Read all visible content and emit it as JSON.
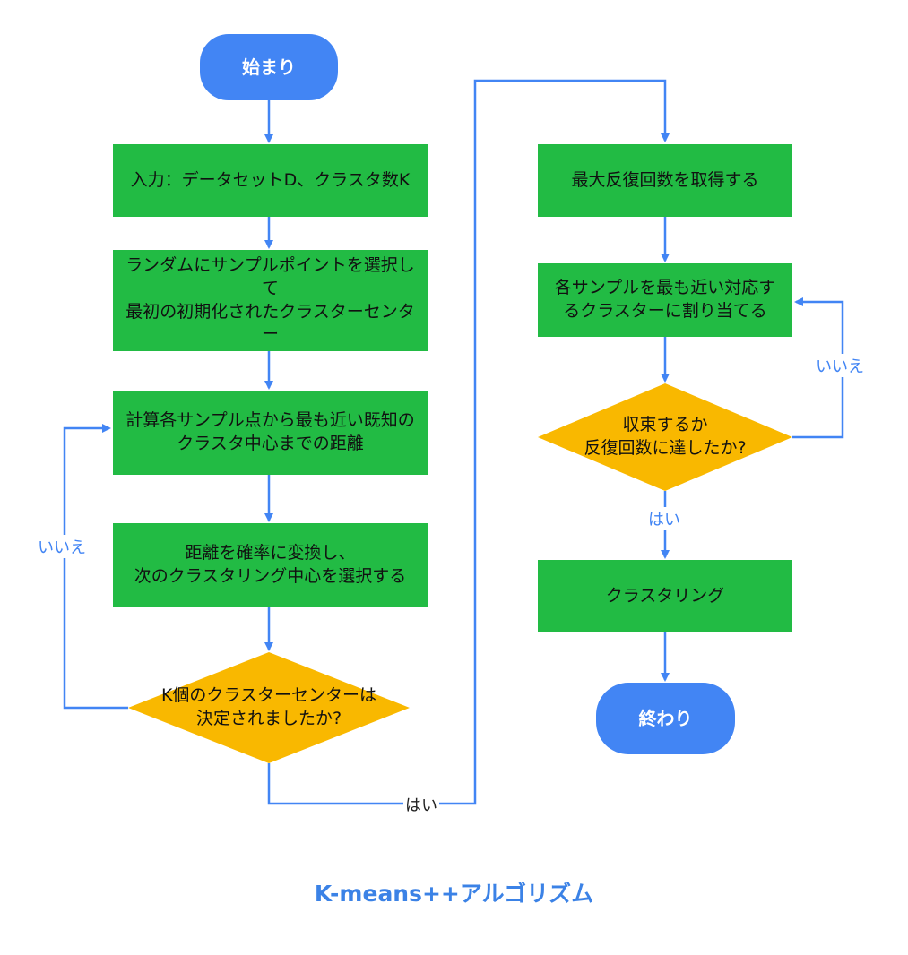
{
  "colors": {
    "process": "#22bb44",
    "terminal": "#4285f4",
    "decision": "#f9b800",
    "arrow": "#4285f4",
    "title": "#3b82e6"
  },
  "nodes": {
    "start": "始まり",
    "input": "入力：データセットD、クラスタ数K",
    "random_select": "ランダムにサンプルポイントを選択して\n最初の初期化されたクラスターセンター",
    "compute_distance": "計算各サンプル点から最も近い既知のクラスタ中心までの距離",
    "convert_probability": "距離を確率に変換し、\n次のクラスタリング中心を選択する",
    "decision_k": "K個のクラスターセンターは\n決定されましたか?",
    "max_iter": "最大反復回数を取得する",
    "assign": "各サンプルを最も近い対応するクラスターに割り当てる",
    "decision_converge": "収束するか\n反復回数に達したか?",
    "clustering": "クラスタリング",
    "end": "終わり"
  },
  "labels": {
    "no_left": "いいえ",
    "yes_bottom": "はい",
    "no_right": "いいえ",
    "yes_right": "はい"
  },
  "title": "K-means++アルゴリズム"
}
